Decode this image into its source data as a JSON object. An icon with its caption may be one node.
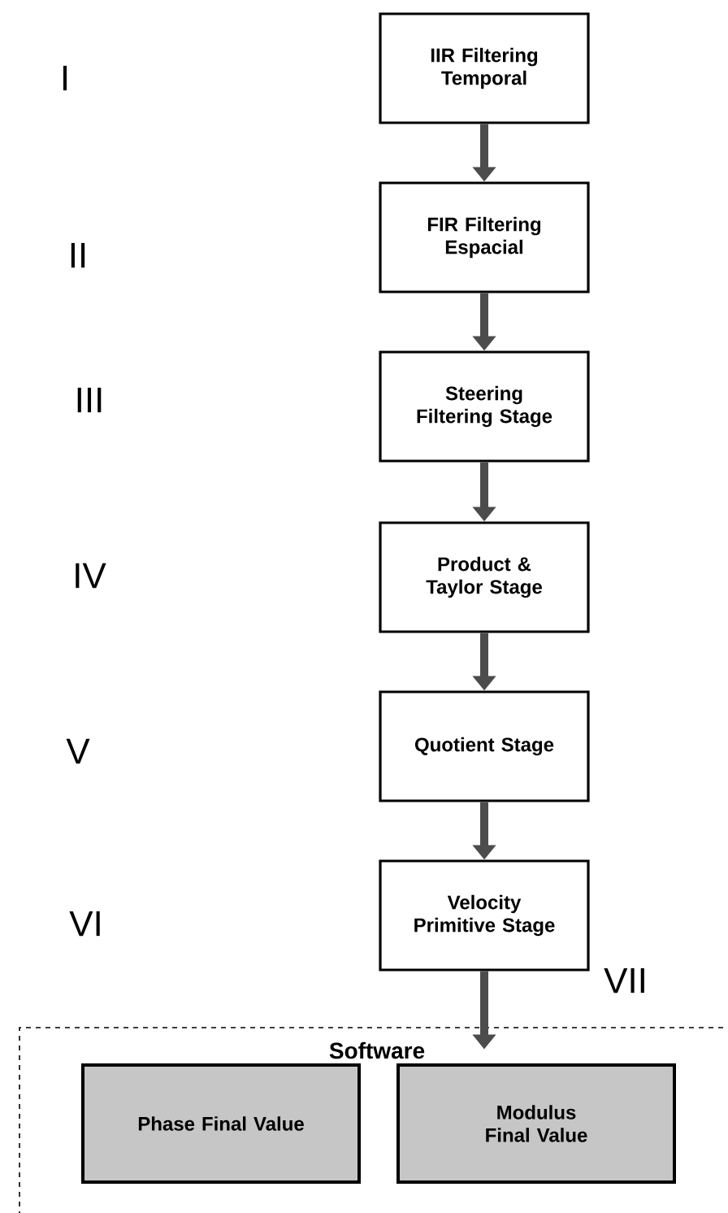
{
  "diagram": {
    "nodes": [
      {
        "text": [
          "IIR Filtering Temporal"
        ]
      },
      {
        "text": [
          "FIR Filtering Espacial"
        ]
      },
      {
        "text": [
          "Steering Filtering Stage"
        ]
      },
      {
        "text": [
          "Product & Taylor Stage"
        ]
      },
      {
        "text": [
          "Quotient Stage"
        ]
      },
      {
        "text": [
          "Velocity Primitive Stage"
        ]
      },
      {
        "text": [
          "Software"
        ]
      },
      {
        "text": [
          "Phase Final Value"
        ],
        "in": 6
      },
      {
        "text": [
          "Modulus Final Value"
        ],
        "in": 6
      }
    ],
    "edges": [
      {
        "from": 0,
        "to": 1,
        "arrow": "to"
      },
      {
        "from": 1,
        "to": 2,
        "arrow": "to"
      },
      {
        "from": 2,
        "to": 3,
        "arrow": "to"
      },
      {
        "from": 3,
        "to": 4,
        "arrow": "to"
      },
      {
        "from": 4,
        "to": 5,
        "arrow": "to"
      },
      {
        "from": 5,
        "to": 6,
        "arrow": "to"
      }
    ],
    "labels": [
      "I",
      "II",
      "III",
      "IV",
      "V",
      "VI",
      "VII"
    ]
  }
}
